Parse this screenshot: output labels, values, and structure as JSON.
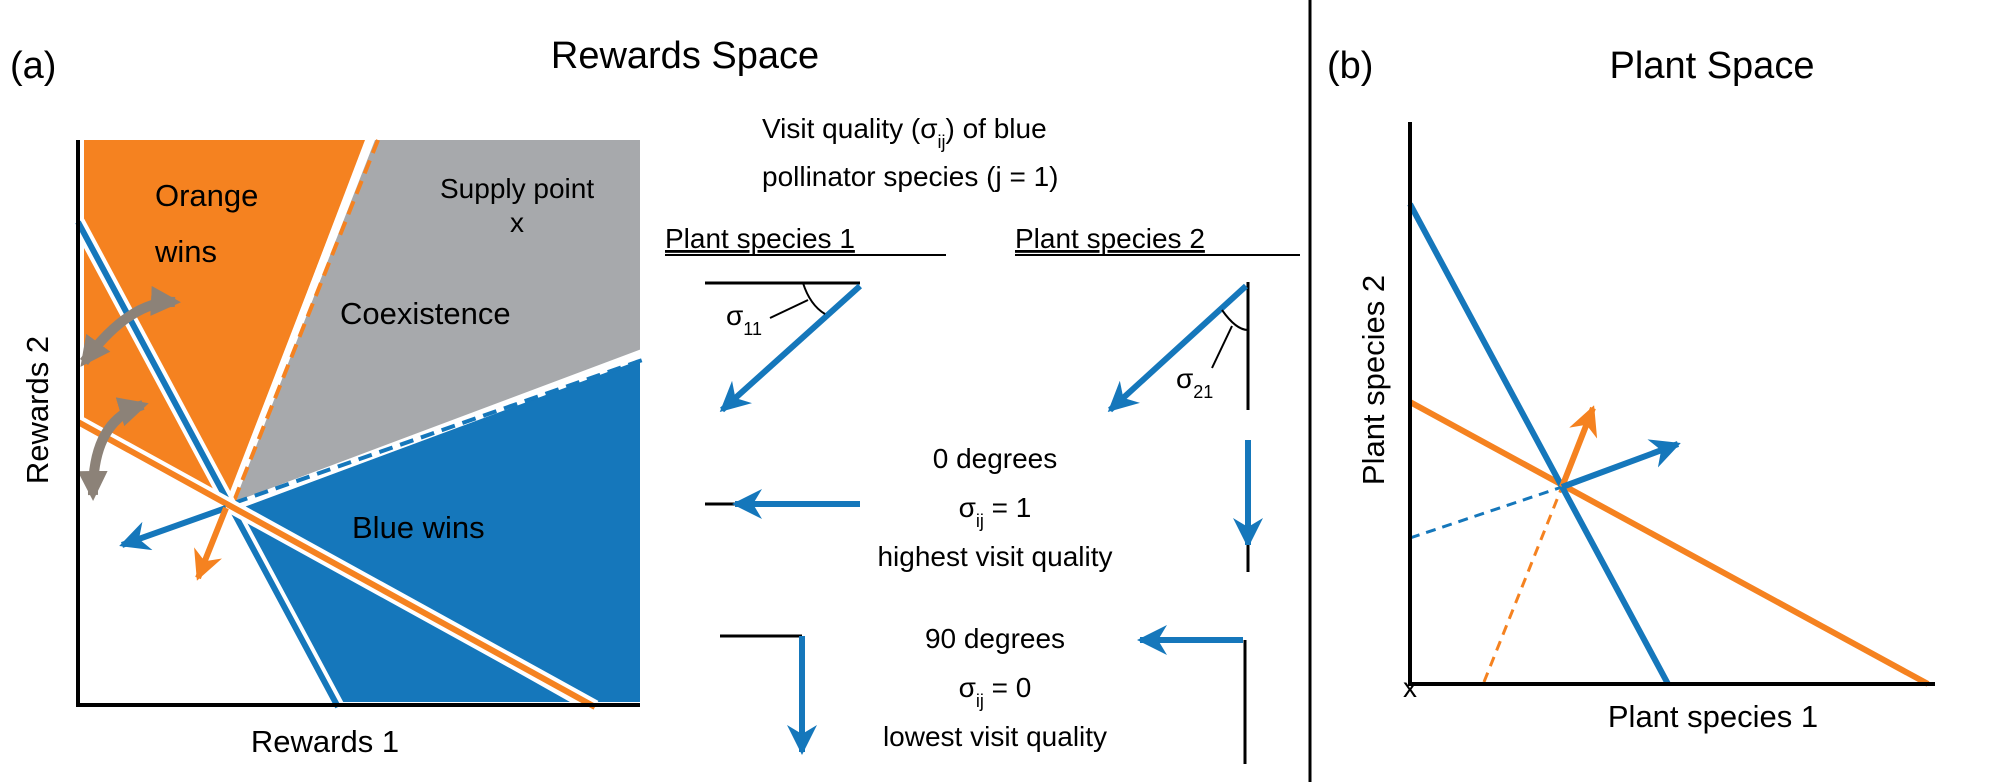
{
  "panel_a": {
    "label": "(a)",
    "title": "Rewards Space",
    "x_axis": "Rewards 1",
    "y_axis": "Rewards 2",
    "regions": {
      "orange_line1": "Orange",
      "orange_line2": "wins",
      "coexistence": "Coexistence",
      "blue": "Blue wins"
    },
    "supply_point_label": "Supply point",
    "supply_point_marker": "x"
  },
  "legend": {
    "heading_line1_pre": "Visit quality (σ",
    "heading_line1_sub": "ij",
    "heading_line1_post": ") of blue",
    "heading_line2": "pollinator species (j = 1)",
    "plant1": "Plant species 1",
    "plant2": "Plant species 2",
    "sigma11_main": "σ",
    "sigma11_sub": "11",
    "sigma21_main": "σ",
    "sigma21_sub": "21",
    "zero": {
      "line1": "0 degrees",
      "line2_pre": "σ",
      "line2_sub": "ij",
      "line2_post": " = 1",
      "line3": "highest visit quality"
    },
    "ninety": {
      "line1": "90 degrees",
      "line2_pre": "σ",
      "line2_sub": "ij",
      "line2_post": " = 0",
      "line3": "lowest visit quality"
    }
  },
  "panel_b": {
    "label": "(b)",
    "title": "Plant Space",
    "x_axis": "Plant species 1",
    "y_axis": "Plant species 2",
    "origin_marker": "x"
  },
  "colors": {
    "orange": "#f58220",
    "blue": "#1577bb",
    "gray": "#a7a9ac",
    "arrow_gray": "#8c8278"
  }
}
